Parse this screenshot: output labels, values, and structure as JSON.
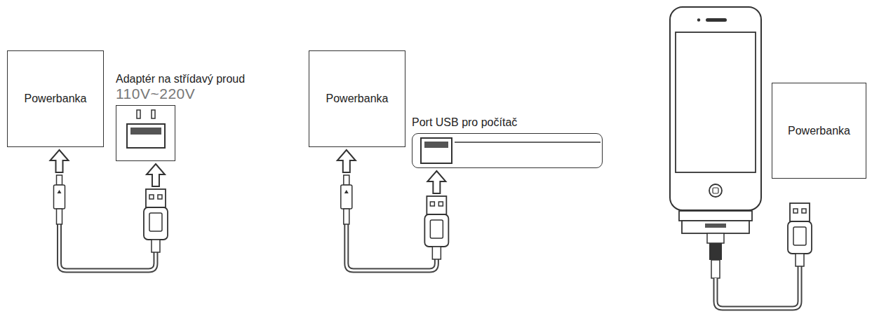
{
  "diagram": {
    "nodes": [
      {
        "text": [
          "Powerbanka"
        ]
      },
      {
        "text": [
          "Adaptér na střídavý proud",
          "110V~220V"
        ]
      },
      {
        "text": [
          "Powerbanka"
        ]
      },
      {
        "text": [
          "Port USB pro počítač"
        ]
      },
      {
        "text": [
          "Powerbanka"
        ]
      }
    ],
    "edges": [
      {
        "from": 1,
        "to": 0,
        "arrow": "both"
      },
      {
        "from": 3,
        "to": 2,
        "arrow": "both"
      }
    ]
  }
}
